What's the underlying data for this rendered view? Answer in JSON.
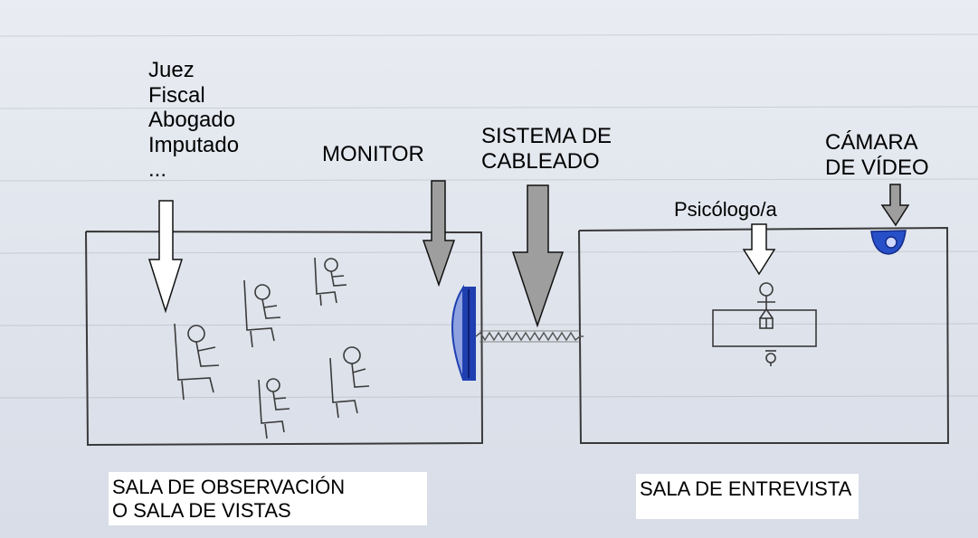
{
  "participants": [
    "Juez",
    "Fiscal",
    "Abogado",
    "Imputado",
    "..."
  ],
  "labels": {
    "monitor": "MONITOR",
    "cableado_line1": "SISTEMA DE",
    "cableado_line2": "CABLEADO",
    "psicologo": "Psicólogo/a",
    "camara_line1": "CÁMARA",
    "camara_line2": "DE VÍDEO"
  },
  "captions": {
    "observacion_line1": "SALA DE OBSERVACIÓN",
    "observacion_line2": "O SALA DE VISTAS",
    "entrevista": "SALA DE ENTREVISTA"
  },
  "colors": {
    "ink": "#3a3a3a",
    "monitor_blue": "#1f3fb0",
    "camera_blue": "#2750c8",
    "arrow_gray": "#9e9e9e",
    "arrow_white": "#ffffff"
  }
}
